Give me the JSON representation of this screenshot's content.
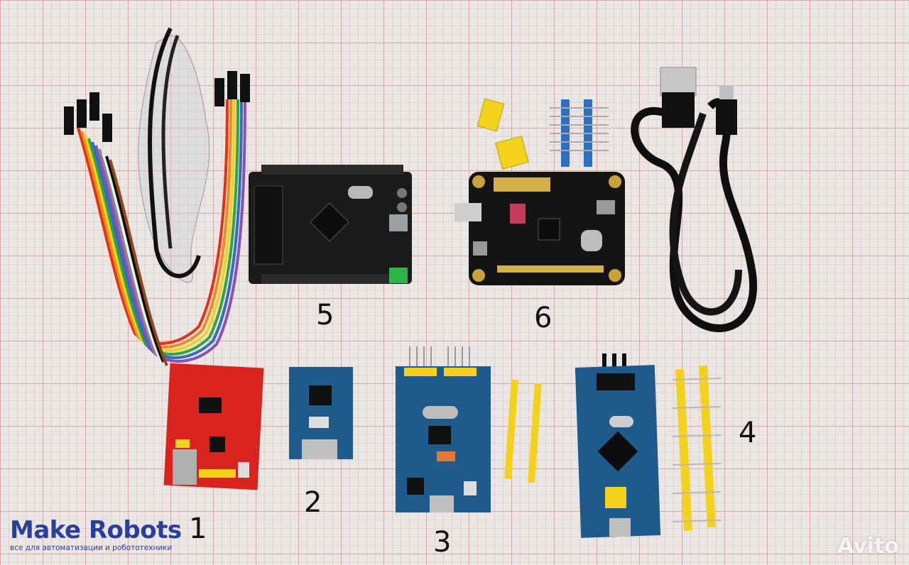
{
  "labels": {
    "board_1": "1",
    "board_2": "2",
    "board_3": "3",
    "board_4": "4",
    "board_5": "5",
    "board_6": "6"
  },
  "logo": {
    "brand": "Make Robots",
    "tagline": "все для автоматизации и робототехники"
  },
  "watermark": "Avito",
  "colors": {
    "grid_paper": "#e9e7e5",
    "red_board": "#d8231f",
    "blue_board": "#1f5a8c",
    "black_board": "#1b1b1b",
    "header_yellow": "#f2d21c",
    "header_blue": "#2f6fc1",
    "logo_blue": "#2a3f9a"
  }
}
